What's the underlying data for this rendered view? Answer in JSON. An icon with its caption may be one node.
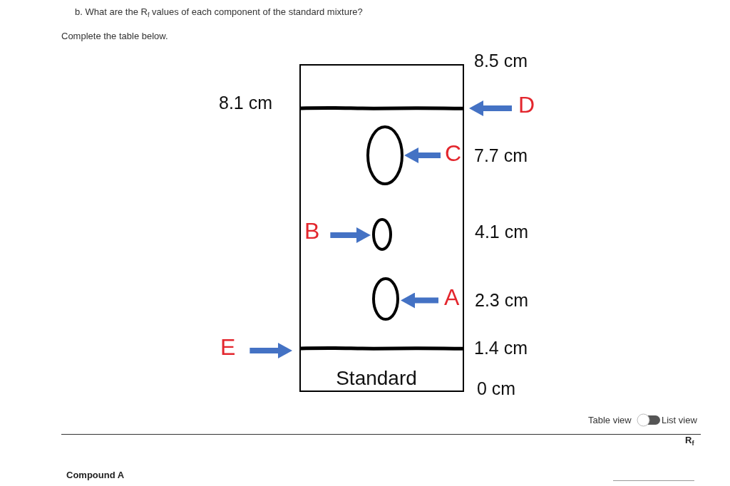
{
  "diagram": {
    "title": "b. What are the R$_{f}$ values of each component of the standard mixture?",
    "nodes": [
      {
        "text": [
          "Standard"
        ]
      },
      {
        "text": [],
        "shape": "line",
        "in": 0
      },
      {
        "text": [
          "D"
        ]
      },
      {
        "text": [],
        "shape": "circle",
        "in": 0
      },
      {
        "text": [
          "C"
        ],
        "in": 0
      },
      {
        "text": [
          "B"
        ],
        "in": 0
      },
      {
        "text": [],
        "shape": "circle",
        "in": 0
      },
      {
        "text": [],
        "shape": "circle",
        "in": 0
      },
      {
        "text": [
          "A"
        ],
        "in": 0
      },
      {
        "text": [
          "E"
        ]
      },
      {
        "text": [],
        "shape": "line",
        "in": 0
      }
    ],
    "edges": [
      {
        "from": 2,
        "to": 1,
        "arrow": "to"
      },
      {
        "from": 4,
        "to": 3,
        "arrow": "to"
      },
      {
        "from": 5,
        "to": 6,
        "arrow": "to"
      },
      {
        "from": 8,
        "to": 7,
        "arrow": "to"
      },
      {
        "from": 9,
        "to": 10,
        "arrow": "to"
      }
    ],
    "labels": [
      "Complete the table below.",
      "8.5 cm",
      "8.1 cm",
      "7.7 cm",
      "4.1 cm",
      "2.3 cm",
      "1.4 cm",
      "0 cm",
      "Table view",
      "List view",
      "R$_{f}$",
      "Compound A"
    ]
  }
}
